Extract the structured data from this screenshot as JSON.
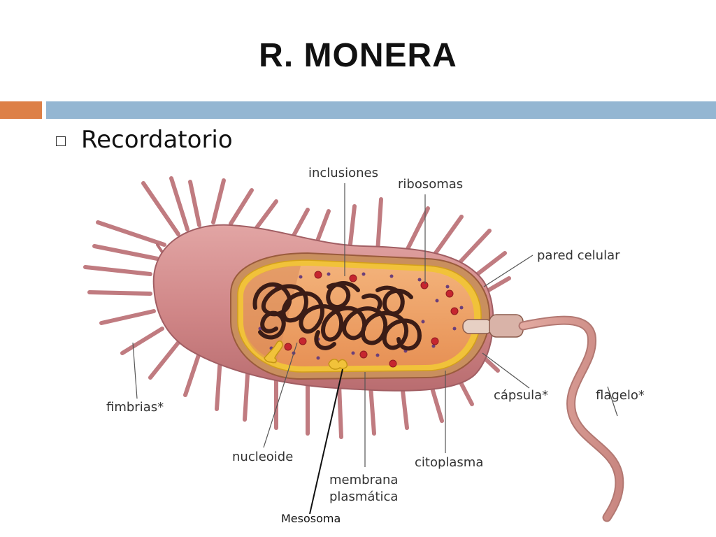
{
  "slide": {
    "title": "R. MONERA",
    "bullet": "Recordatorio"
  },
  "diagram": {
    "labels": {
      "inclusiones": "inclusiones",
      "ribosomas": "ribosomas",
      "pared_celular": "pared celular",
      "fimbrias": "fimbrias*",
      "capsula": "cápsula*",
      "flagelo": "flagelo*",
      "nucleoide": "nucleoide",
      "citoplasma": "citoplasma",
      "membrana_1": "membrana",
      "membrana_2": "plasmática",
      "mesosoma": "Mesosoma"
    }
  },
  "colors": {
    "accent_orange": "#dd8047",
    "accent_blue": "#94b6d2",
    "cell_pink": "#d48f91",
    "cytoplasm": "#ee9e61",
    "nucleoid": "#3b1c16",
    "ribosome": "#c6262f",
    "membrane_yellow": "#e7c21f"
  }
}
